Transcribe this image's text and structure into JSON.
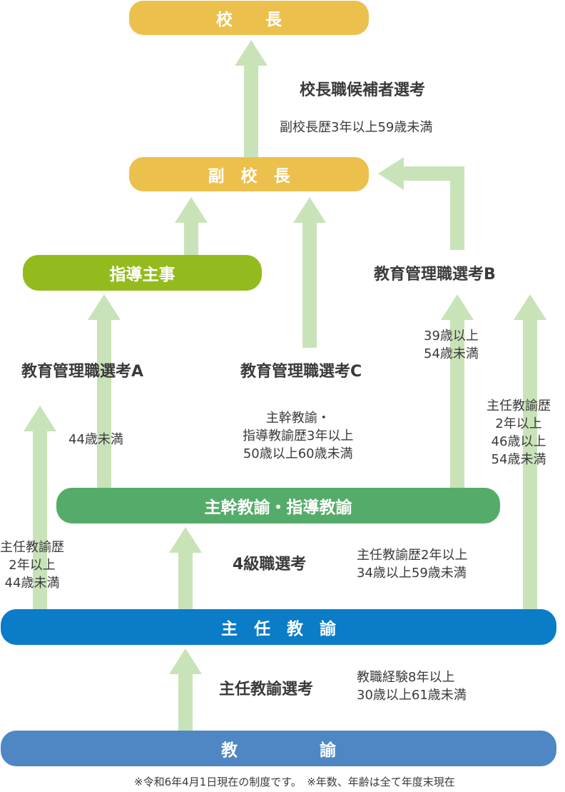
{
  "boxes": {
    "principal": "校　　長",
    "vice_principal": "副　校　長",
    "guidance_chief": "指導主事",
    "senior_teacher": "主幹教諭・指導教諭",
    "chief_teacher": "主　任　教　諭",
    "teacher": "教　　　　　諭"
  },
  "exams": {
    "principal_exam": {
      "title": "校長職候補者選考",
      "condition": "副校長歴3年以上59歳未満"
    },
    "admin_a": {
      "title": "教育管理職選考A",
      "condition": "44歳未満"
    },
    "admin_b": {
      "title": "教育管理職選考B",
      "condition_left": "39歳以上\n54歳未満",
      "condition_right": "主任教諭歴\n2年以上\n46歳以上\n54歳未満"
    },
    "admin_c": {
      "title": "教育管理職選考C",
      "condition": "主幹教諭・\n指導教諭歴3年以上\n50歳以上60歳未満"
    },
    "grade4": {
      "title": "4級職選考",
      "condition": "主任教諭歴2年以上\n34歳以上59歳未満"
    },
    "chief_teacher_exam": {
      "title": "主任教諭選考",
      "condition": "教職経験8年以上\n30歳以上61歳未満"
    },
    "direct_a": {
      "condition": "主任教諭歴\n2年以上\n44歳未満"
    }
  },
  "note": "※令和6年4月1日現在の制度です。　※年数、年齢は全て年度末現在",
  "colors": {
    "gold": "#ecc04c",
    "lime": "#94bb1d",
    "green": "#55ac6a",
    "blue": "#0a7cc8",
    "steel_blue": "#4e87c4",
    "arrow": "#c9e3b9"
  }
}
